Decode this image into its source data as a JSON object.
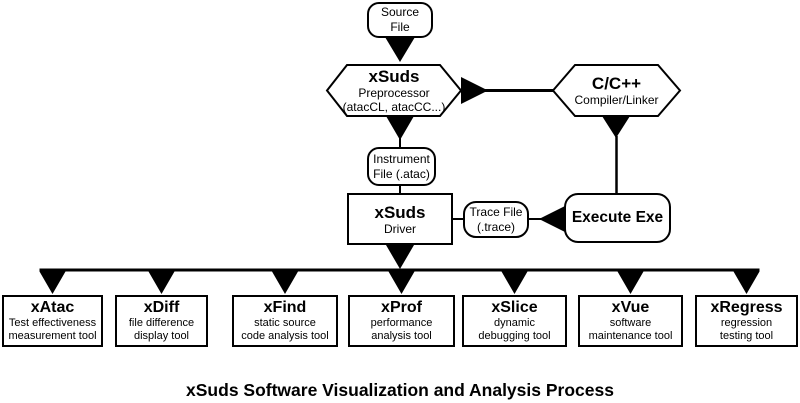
{
  "diagram": {
    "title": "xSuds Software Visualization and Analysis Process",
    "colors": {
      "ink": "#000000",
      "background": "#ffffff"
    },
    "nodes": {
      "source_file": {
        "line1": "Source",
        "line2": "File"
      },
      "preprocessor": {
        "name": "xSuds",
        "role": "Preprocessor",
        "detail": "(atacCL, atacCC...)"
      },
      "compiler": {
        "name": "C/C++",
        "role": "Compiler/Linker"
      },
      "instrument_file": {
        "line1": "Instrument",
        "line2": "File (.atac)"
      },
      "driver": {
        "name": "xSuds",
        "role": "Driver"
      },
      "trace_file": {
        "line1": "Trace File",
        "line2": "(.trace)"
      },
      "execute": {
        "label": "Execute Exe"
      }
    },
    "tools": [
      {
        "name": "xAtac",
        "desc1": "Test effectiveness",
        "desc2": "measurement tool"
      },
      {
        "name": "xDiff",
        "desc1": "file difference",
        "desc2": "display tool"
      },
      {
        "name": "xFind",
        "desc1": "static source",
        "desc2": "code analysis tool"
      },
      {
        "name": "xProf",
        "desc1": "performance",
        "desc2": "analysis tool"
      },
      {
        "name": "xSlice",
        "desc1": "dynamic",
        "desc2": "debugging tool"
      },
      {
        "name": "xVue",
        "desc1": "software",
        "desc2": "maintenance tool"
      },
      {
        "name": "xRegress",
        "desc1": "regression",
        "desc2": "testing tool"
      }
    ]
  }
}
